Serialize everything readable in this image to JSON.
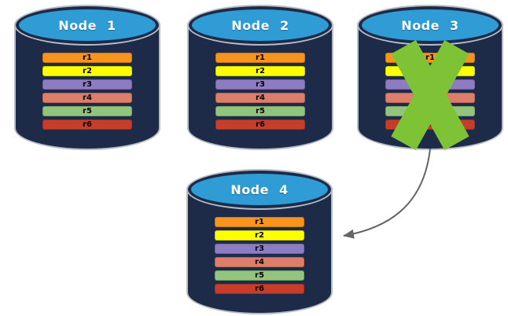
{
  "diagram": {
    "nodes": [
      {
        "label": "Node 1",
        "crossed_out": false,
        "rows": [
          {
            "label": "r1",
            "color": "#F7941E"
          },
          {
            "label": "r2",
            "color": "#FFFF00"
          },
          {
            "label": "r3",
            "color": "#8E7CC3"
          },
          {
            "label": "r4",
            "color": "#DD7E6B"
          },
          {
            "label": "r5",
            "color": "#93C47D"
          },
          {
            "label": "r6",
            "color": "#C43E2B"
          }
        ]
      },
      {
        "label": "Node 2",
        "crossed_out": false,
        "rows": [
          {
            "label": "r1",
            "color": "#F7941E"
          },
          {
            "label": "r2",
            "color": "#FFFF00"
          },
          {
            "label": "r3",
            "color": "#8E7CC3"
          },
          {
            "label": "r4",
            "color": "#DD7E6B"
          },
          {
            "label": "r5",
            "color": "#93C47D"
          },
          {
            "label": "r6",
            "color": "#C43E2B"
          }
        ]
      },
      {
        "label": "Node 3",
        "crossed_out": true,
        "rows": [
          {
            "label": "r1",
            "color": "#F7941E"
          },
          {
            "label": "r2",
            "color": "#FFFF00"
          },
          {
            "label": "r3",
            "color": "#8E7CC3"
          },
          {
            "label": "r4",
            "color": "#DD7E6B"
          },
          {
            "label": "r5",
            "color": "#93C47D"
          },
          {
            "label": "r6",
            "color": "#C43E2B"
          }
        ]
      },
      {
        "label": "Node 4",
        "crossed_out": false,
        "rows": [
          {
            "label": "r1",
            "color": "#F7941E"
          },
          {
            "label": "r2",
            "color": "#FFFF00"
          },
          {
            "label": "r3",
            "color": "#8E7CC3"
          },
          {
            "label": "r4",
            "color": "#DD7E6B"
          },
          {
            "label": "r5",
            "color": "#93C47D"
          },
          {
            "label": "r6",
            "color": "#C43E2B"
          }
        ]
      }
    ],
    "colors": {
      "cylinder_body": "#1E2B48",
      "cylinder_top": "#2F9CD6",
      "cross_mark": "#7DC335",
      "arrow": "#666666"
    },
    "arrow": {
      "from": "Node 3",
      "to": "Node 4"
    }
  }
}
